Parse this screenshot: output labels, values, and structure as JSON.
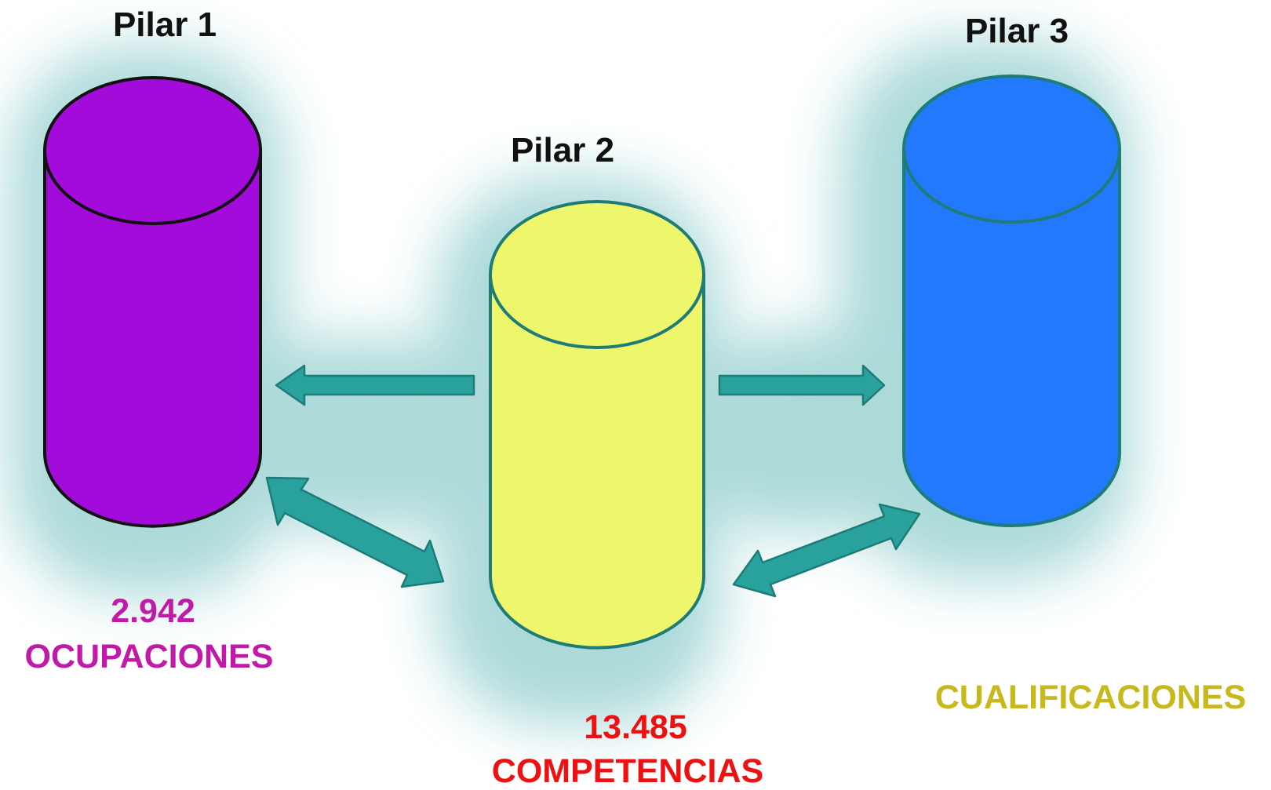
{
  "pillars": [
    {
      "title": "Pilar 1",
      "value": "2.942",
      "caption": "OCUPACIONES",
      "fill_color": "#A30BDA",
      "stroke_color": "#111111",
      "text_color": "#C21AA8"
    },
    {
      "title": "Pilar 2",
      "value": "13.485",
      "caption": "COMPETENCIAS",
      "fill_color": "#EEF66B",
      "stroke_color": "#1E7C78",
      "text_color": "#EE1111"
    },
    {
      "title": "Pilar 3",
      "caption": "CUALIFICACIONES",
      "fill_color": "#2279FB",
      "stroke_color": "#1E7C78",
      "text_color": "#C7B81B"
    }
  ],
  "colors": {
    "arrow_fill": "#29A19C",
    "arrow_stroke": "#1E7C78",
    "glow": "#A9D8D8"
  }
}
